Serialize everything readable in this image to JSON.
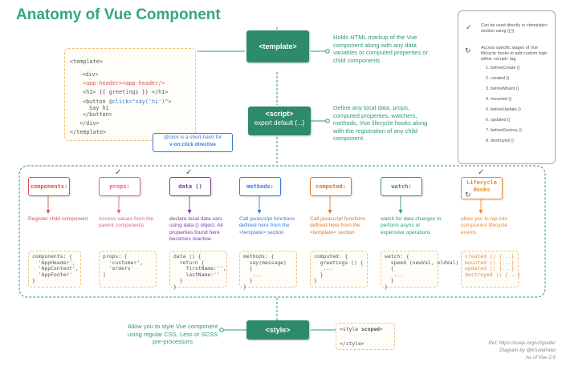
{
  "title": "Anatomy of Vue Component",
  "template_block": {
    "button": "<template>",
    "description": "Holds HTML markup of the Vue component  along with any data variables or computed properties or child components",
    "code": {
      "line1": "<template>",
      "line2": "<div>",
      "line3": "<app-header><app-header/>",
      "line4_pre": "<h1> ",
      "line4_var": "{{ greetings }}",
      "line4_post": " </h1>",
      "line5_pre": "<button ",
      "line5_attr": "@click=\"say('hi')\"",
      "line5_post": ">",
      "line6": "  Say hi",
      "line7": "</button>",
      "line8": "</div>",
      "line9": "</template>"
    },
    "note_line1": "@click is a short-hand for",
    "note_line2": "v-on:click directive"
  },
  "script_block": {
    "button_line1": "<script>",
    "button_line2": "export default {...}",
    "description": "Define any local data, props, computed properties, watchers, methods, Vue lifecycle hooks along with the registration of any child component."
  },
  "style_block": {
    "button": "<style>",
    "description": "Allow you to style Vue component using regular CSS, Less or SCSS pre-processors",
    "code_line1_pre": "<style ",
    "code_line1_bold": "scoped",
    "code_line1_post": ">",
    "code_line2": "",
    "code_line3": "</style>"
  },
  "legend": {
    "check_text": "Can be used directly in <template> section using {{ }}",
    "cycle_text": "Access specific stages of Vue lifecycle hooks to add custom logic within <script> tag",
    "hooks": [
      "1. beforeCreate ()",
      "2. created ()",
      "3. beforeMount ()",
      "4. mounted ()",
      "5. beforeUpdate ()",
      "6. updated ()",
      "7. beforeDestroy ()",
      "8. destroyed ()"
    ],
    "check_icon": "checkmark-icon",
    "cycle_icon": "refresh-cycle-icon"
  },
  "options": [
    {
      "label": "components:",
      "color": "#d9534f",
      "desc": "Register child component",
      "code": "components: {\n  'AppHeader',\n  'AppContent',\n  'AppFooter'\n}"
    },
    {
      "label": "props:",
      "color": "#e06487",
      "desc": "Access values from the parent components",
      "code": "props: [\n  'customer',\n  'orders'\n]"
    },
    {
      "label": "data ()",
      "color": "#7a3e9d",
      "desc": "declare local data vars using data () object. All properties found here becomes reactive.",
      "code": "data () {\n  return {\n    firstName:'',\n    lastName:''\n  }\n}"
    },
    {
      "label": "methods:",
      "color": "#3a7bd5",
      "desc": "Call javascript functions defined here from the <template> section",
      "code": "methods: {\n  say(message)\n  {\n   ...\n  }\n}"
    },
    {
      "label": "computed:",
      "color": "#d9772b",
      "desc": "Call javascript functions defined here from the <template> section",
      "code": "computed: {\n  greetings () {\n   ...\n  }\n}"
    },
    {
      "label": "watch:",
      "color": "#2b9a78",
      "desc": "watch for data changes to perform async or expensive operations",
      "code": "watch: {\n  speed (newVal, oldVal)\n  {\n   ...\n  }\n}"
    },
    {
      "label": "Lifecycle Hooks",
      "color": "#f08a24",
      "desc": "allow you to tap into component lifecycle events",
      "code": "created () {...}\nmounted () {...}\nupdated () {...}\ndestroyed () {...}"
    }
  ],
  "reference": {
    "line1": "Ref: https://vuejs.org/v2/guide/",
    "line2": "Diagram by @KrutiePatel",
    "line3": "As of Vue 2.6"
  }
}
